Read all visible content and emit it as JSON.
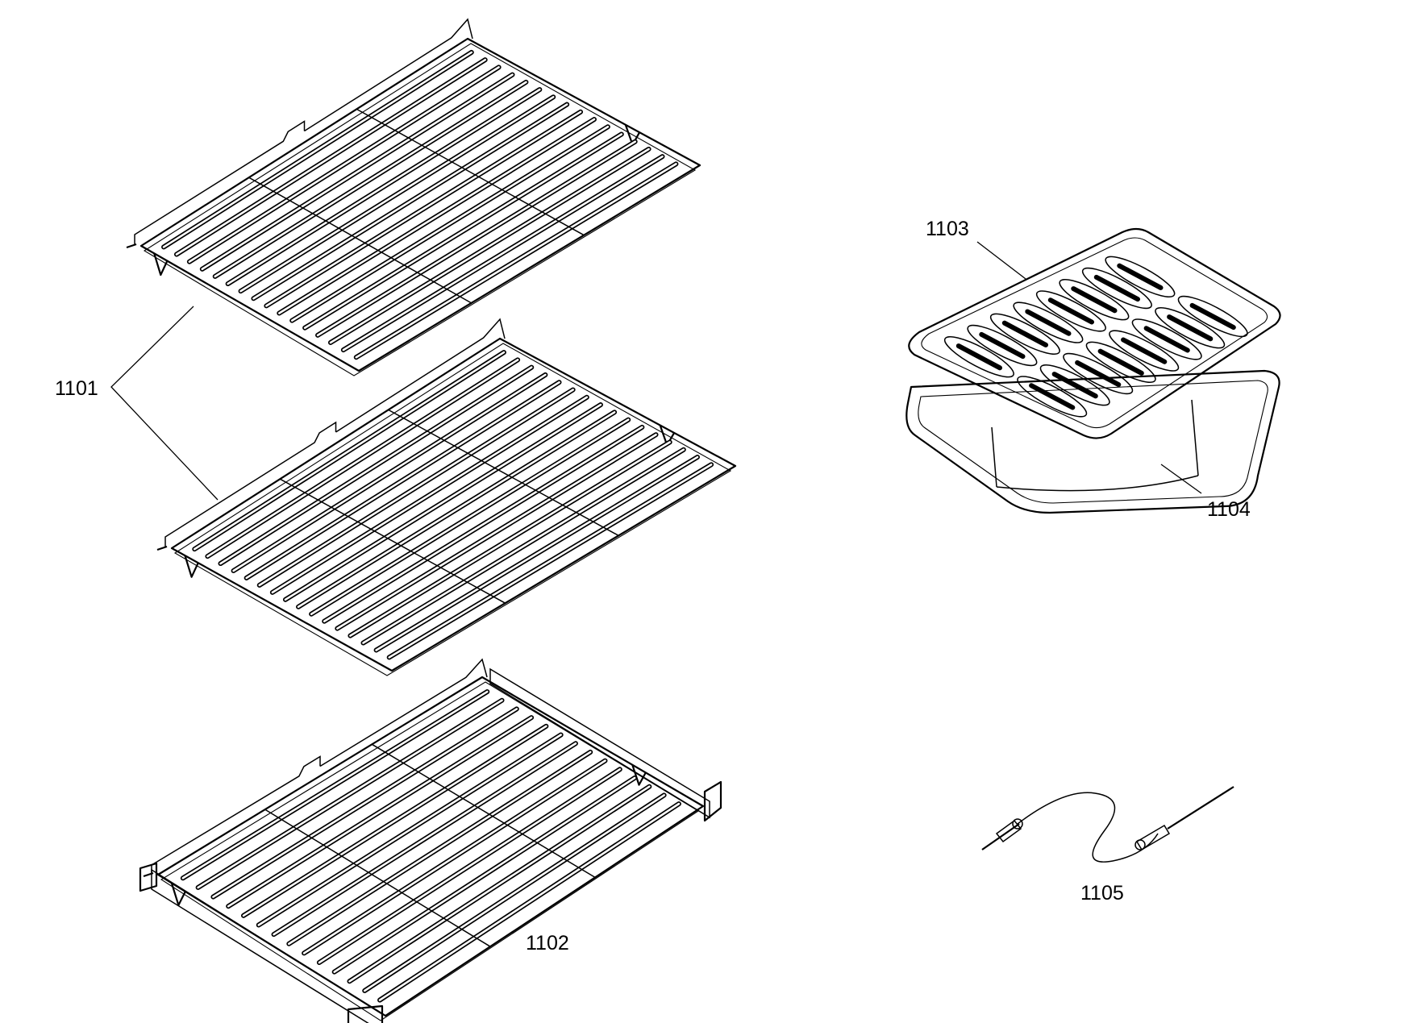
{
  "parts": [
    {
      "id": "rack-oven",
      "label": "1101"
    },
    {
      "id": "rack-telescopic",
      "label": "1102"
    },
    {
      "id": "broil-pan-grid",
      "label": "1103"
    },
    {
      "id": "broil-pan",
      "label": "1104"
    },
    {
      "id": "meat-probe",
      "label": "1105"
    }
  ],
  "colors": {
    "line": "#000000",
    "background": "#ffffff"
  }
}
